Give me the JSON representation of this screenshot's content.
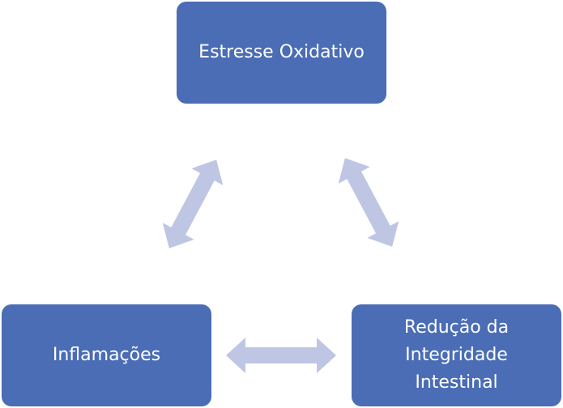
{
  "nodes": {
    "top": "Estresse Oxidativo",
    "left": "Inflamações",
    "right_lines": [
      "Redução da",
      "Integridade",
      "Intestinal"
    ]
  },
  "colors": {
    "node_fill": "#4a6db5",
    "node_text": "#ffffff",
    "arrow_fill": "#bfc6e4"
  }
}
